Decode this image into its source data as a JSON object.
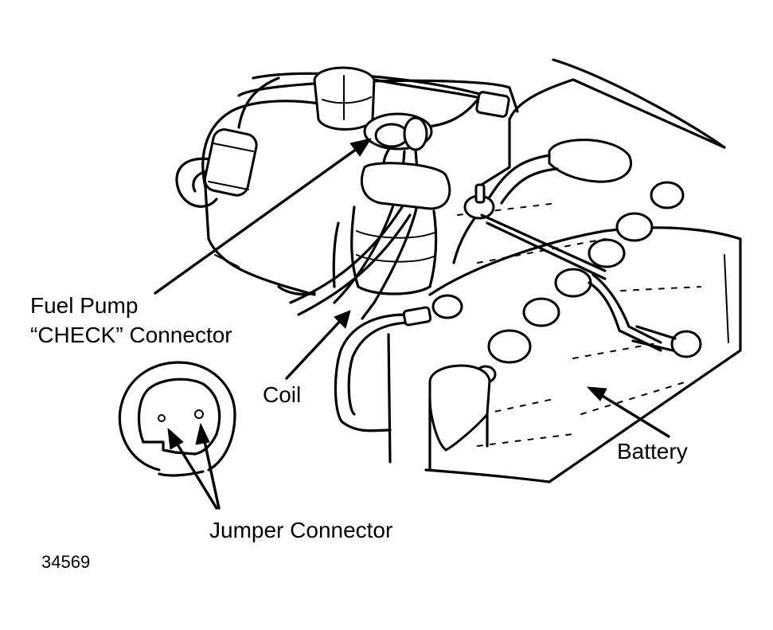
{
  "labels": {
    "fuel_pump_line1": "Fuel Pump",
    "fuel_pump_line2": "“CHECK” Connector",
    "coil": "Coil",
    "battery": "Battery",
    "jumper_connector": "Jumper Connector"
  },
  "figure_number": "34569",
  "colors": {
    "ink": "#000000",
    "background": "#ffffff"
  }
}
